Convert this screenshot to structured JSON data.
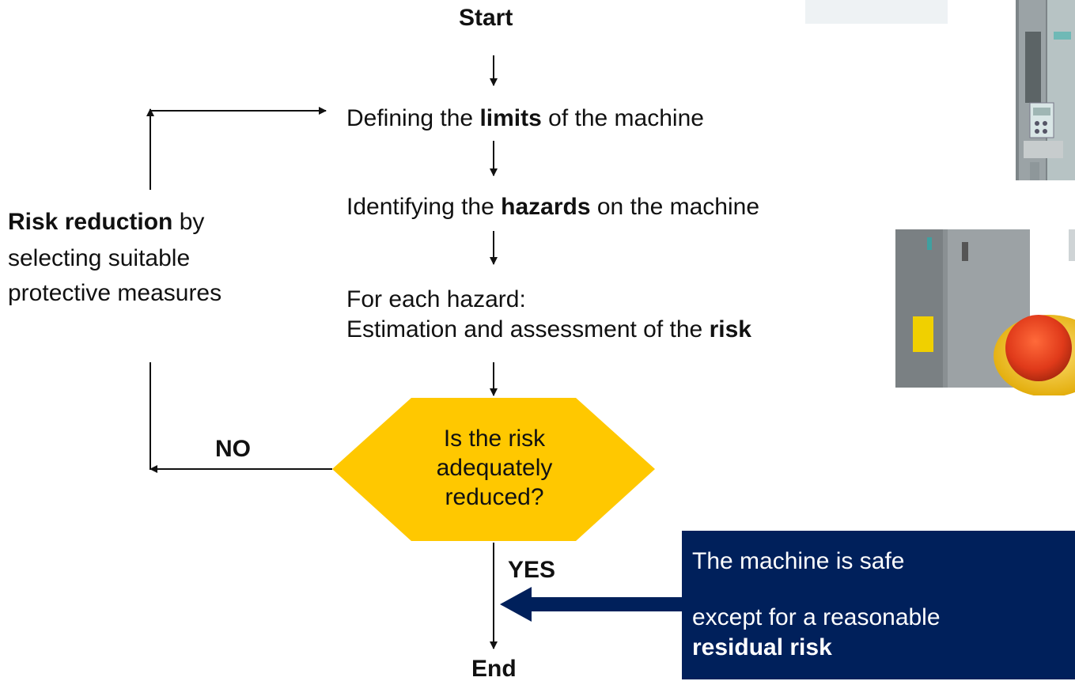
{
  "flow": {
    "start": "Start",
    "step1": {
      "pre": "Defining the ",
      "bold": "limits",
      "post": " of the machine"
    },
    "step2": {
      "pre": "Identifying the ",
      "bold": "hazards",
      "post": " on the machine"
    },
    "step3": {
      "line1": "For each hazard:",
      "pre": "Estimation and assessment of the ",
      "bold": "risk"
    },
    "decision": {
      "line1": "Is the risk",
      "line2": "adequately",
      "line3": "reduced?"
    },
    "no_label": "NO",
    "yes_label": "YES",
    "end": "End"
  },
  "loop": {
    "bold": "Risk reduction",
    "rest1": " by",
    "line2": "selecting suitable",
    "line3": "protective measures"
  },
  "note": {
    "line1": "The machine is safe",
    "line2": "except for a reasonable",
    "line3": "residual risk"
  },
  "colors": {
    "decision_fill": "#ffc800",
    "note_fill": "#00205b",
    "line": "#111111"
  },
  "images": [
    {
      "name": "drive-controller-photo",
      "description": "SINAMICS drive controller unit"
    },
    {
      "name": "safety-controller-estop-photo",
      "description": "safety controller module with emergency stop button"
    }
  ]
}
